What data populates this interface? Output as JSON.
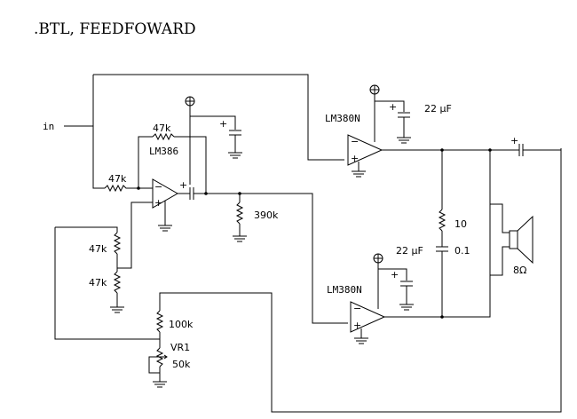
{
  "title": ".BTL, FEEDFOWARD",
  "labels": {
    "in": "in",
    "r_in": "47k",
    "r_fb": "47k",
    "ic1": "LM386",
    "r_load": "390k",
    "r_div1": "47k",
    "r_div2": "47k",
    "r_vr_series": "100k",
    "vr_name": "VR1",
    "vr_value": "50k",
    "amp_top": "LM380N",
    "amp_bottom": "LM380N",
    "cap_top": "22 μF",
    "cap_bottom": "22 μF",
    "zobel_r": "10",
    "zobel_c": "0.1",
    "speaker": "8Ω"
  },
  "signs": {
    "plus": "+",
    "minus": "−"
  }
}
